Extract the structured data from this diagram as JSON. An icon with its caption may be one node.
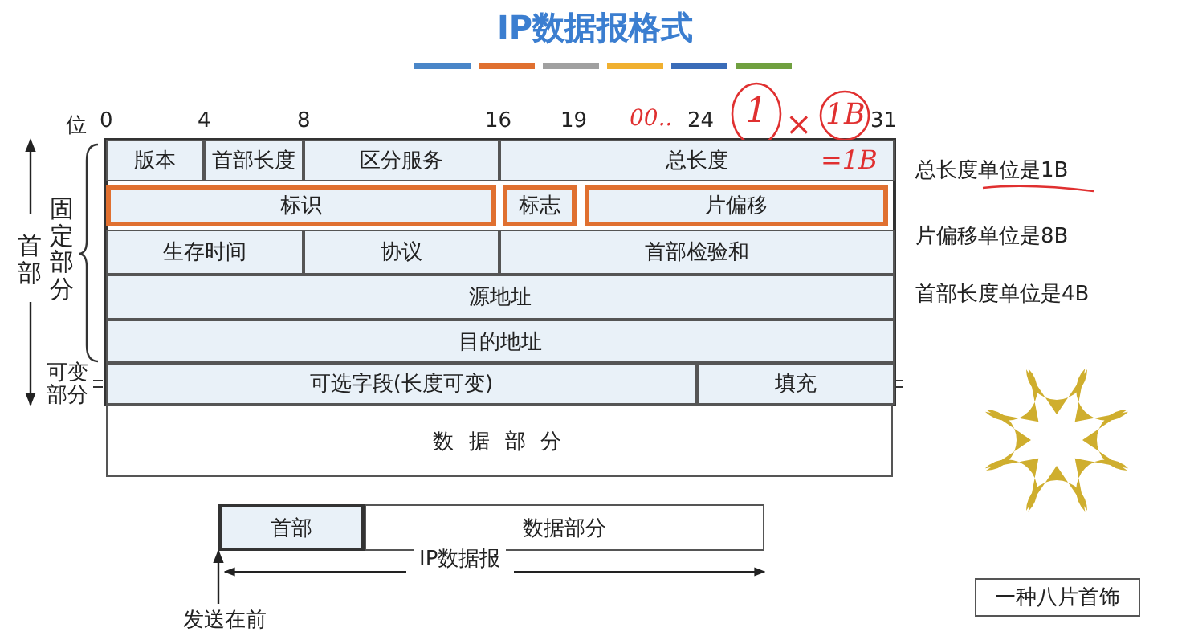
{
  "diagram": {
    "title": "IP数据报格式",
    "nodes": [
      {
        "text": [
          "版本"
        ]
      },
      {
        "text": [
          "首部长度"
        ]
      },
      {
        "text": [
          "区分服务"
        ]
      },
      {
        "text": [
          "总长度"
        ]
      },
      {
        "text": [
          "标识"
        ]
      },
      {
        "text": [
          "标志"
        ]
      },
      {
        "text": [
          "片偏移"
        ]
      },
      {
        "text": [
          "生存时间"
        ]
      },
      {
        "text": [
          "协议"
        ]
      },
      {
        "text": [
          "首部检验和"
        ]
      },
      {
        "text": [
          "源地址"
        ]
      },
      {
        "text": [
          "目的地址"
        ]
      },
      {
        "text": [
          "可选字段(长度可变)"
        ]
      },
      {
        "text": [
          "填充"
        ]
      },
      {
        "text": [
          "数 据 部 分"
        ]
      },
      {
        "text": [
          "首部"
        ]
      },
      {
        "text": [
          "数据部分"
        ]
      },
      {
        "text": [
          "发送在前"
        ]
      },
      {
        "text": [
          "一种八片首饰"
        ]
      }
    ],
    "edges": [
      {
        "from": 17,
        "to": 15,
        "arrow": "to"
      }
    ],
    "labels": [
      "位",
      "0",
      "4",
      "8",
      "16",
      "19",
      "00..",
      "24",
      "1",
      "×",
      "1B",
      "31",
      "=1B",
      "总长度单位是1B",
      "片偏移单位是8B",
      "首部长度单位是4B",
      "首部",
      "固定部分",
      "可变部分",
      "IP数据报"
    ]
  }
}
